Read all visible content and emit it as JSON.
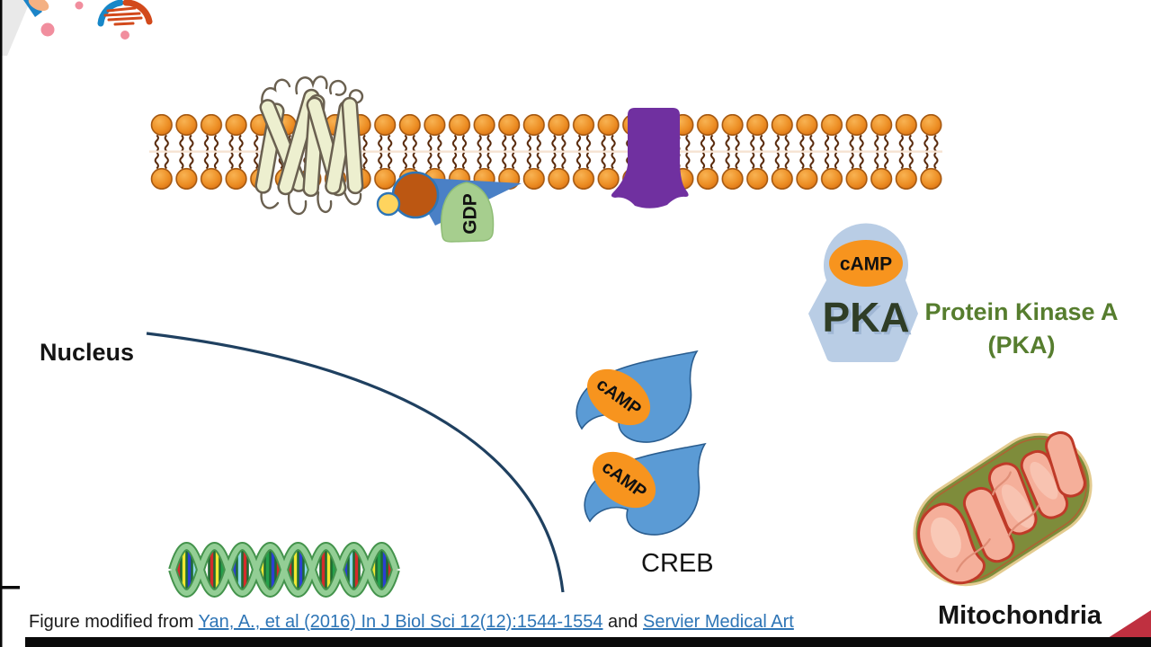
{
  "slide": {
    "labels": {
      "nucleus": "Nucleus",
      "creb": "CREB",
      "mitochondria": "Mitochondria"
    },
    "molecules": {
      "gdp_label": "GDP",
      "pka_block_label": "PKA",
      "camp_pka_label": "cAMP",
      "camp_drop1_label": "cAMP",
      "camp_drop2_label": "cAMP",
      "protein_kinase_line1": "Protein Kinase A",
      "protein_kinase_line2": "(PKA)"
    },
    "citation": {
      "prefix": "Figure modified from ",
      "link1": "Yan, A., et al (2016) In J Biol Sci 12(12):1544-1554",
      "conjunction": " and ",
      "link2": "Servier Medical Art"
    },
    "colors": {
      "membrane_orange": "#ED8F25",
      "tail_brown": "#57280A",
      "gpcr_cream": "#EDEFCF",
      "receptor_purple": "#7030A0",
      "g_alpha_orange": "#BC5712",
      "g_beta_yellow": "#FFD45E",
      "g_wedge_blue": "#4A80C6",
      "gdp_green": "#A6CE8E",
      "camp_orange": "#F7941E",
      "pka_blue": "#B9CDE5",
      "pka_text_dark": "#2F3D26",
      "kinase_text_green": "#567D2E",
      "drop_blue": "#5B9BD5",
      "nucleus_line_navy": "#1F4060",
      "dna_green": "#93CE95",
      "mito_olive": "#7E8C3B",
      "mito_salmon": "#F5AF9A",
      "mito_red": "#BF3A28",
      "link_blue": "#2E75B6",
      "corner_red": "#BF3040",
      "deco_pink": "#F18E9E"
    }
  }
}
